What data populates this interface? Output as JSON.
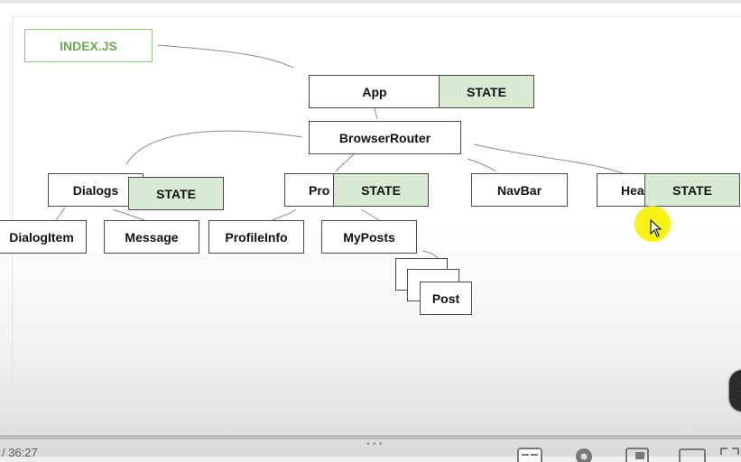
{
  "diagram": {
    "index_label": "INDEX.JS",
    "app_label": "App",
    "state_label": "STATE",
    "browser_router_label": "BrowserRouter",
    "dialogs_label": "Dialogs",
    "profile_label_clipped": "Pro",
    "navbar_label": "NavBar",
    "header_label_clipped": "Hea",
    "dialog_item_label": "DialogItem",
    "message_label": "Message",
    "profile_info_label": "ProfileInfo",
    "my_posts_label": "MyPosts",
    "post_label": "Post"
  },
  "player": {
    "time_text": "/ 36:27"
  },
  "icons": {
    "cursor": "mouse-pointer-icon",
    "side": "chevron-right-icon",
    "subtitles": "subtitles-icon",
    "settings": "gear-icon",
    "miniplayer": "miniplayer-icon",
    "theater": "theater-mode-icon",
    "fullscreen": "fullscreen-icon"
  },
  "colors": {
    "state_fill": "#d9ead3",
    "index_text": "#6aa84f",
    "cursor_halo": "#f7f100"
  }
}
